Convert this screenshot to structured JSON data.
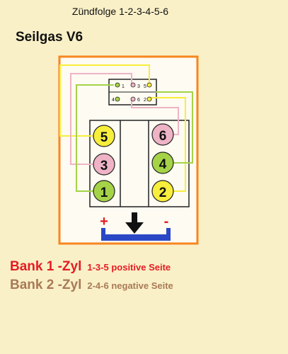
{
  "header": {
    "firing_order": "Zündfolge 1-2-3-4-5-6",
    "title": "Seilgas V6"
  },
  "cylinders": {
    "c1": "1",
    "c2": "2",
    "c3": "3",
    "c4": "4",
    "c5": "5",
    "c6": "6"
  },
  "distributor": {
    "top_labels": [
      "1",
      "3",
      "5"
    ],
    "bottom_labels": [
      "4",
      "6",
      "2"
    ]
  },
  "battery": {
    "plus": "+",
    "minus": "-"
  },
  "legend": {
    "bank1_label": "Bank 1 -Zyl",
    "bank1_desc": "1-3-5 positive Seite",
    "bank2_label": "Bank 2 -Zyl",
    "bank2_desc": "2-4-6 negative Seite"
  },
  "colors": {
    "background": "#f9f0c7",
    "frame": "#f7861f",
    "cyl_yellow": "#f8ee3c",
    "cyl_pink": "#efb3c6",
    "cyl_green": "#a5d347",
    "bank1": "#e51c23",
    "bank2": "#a97a57",
    "battery": "#2a48c5"
  }
}
